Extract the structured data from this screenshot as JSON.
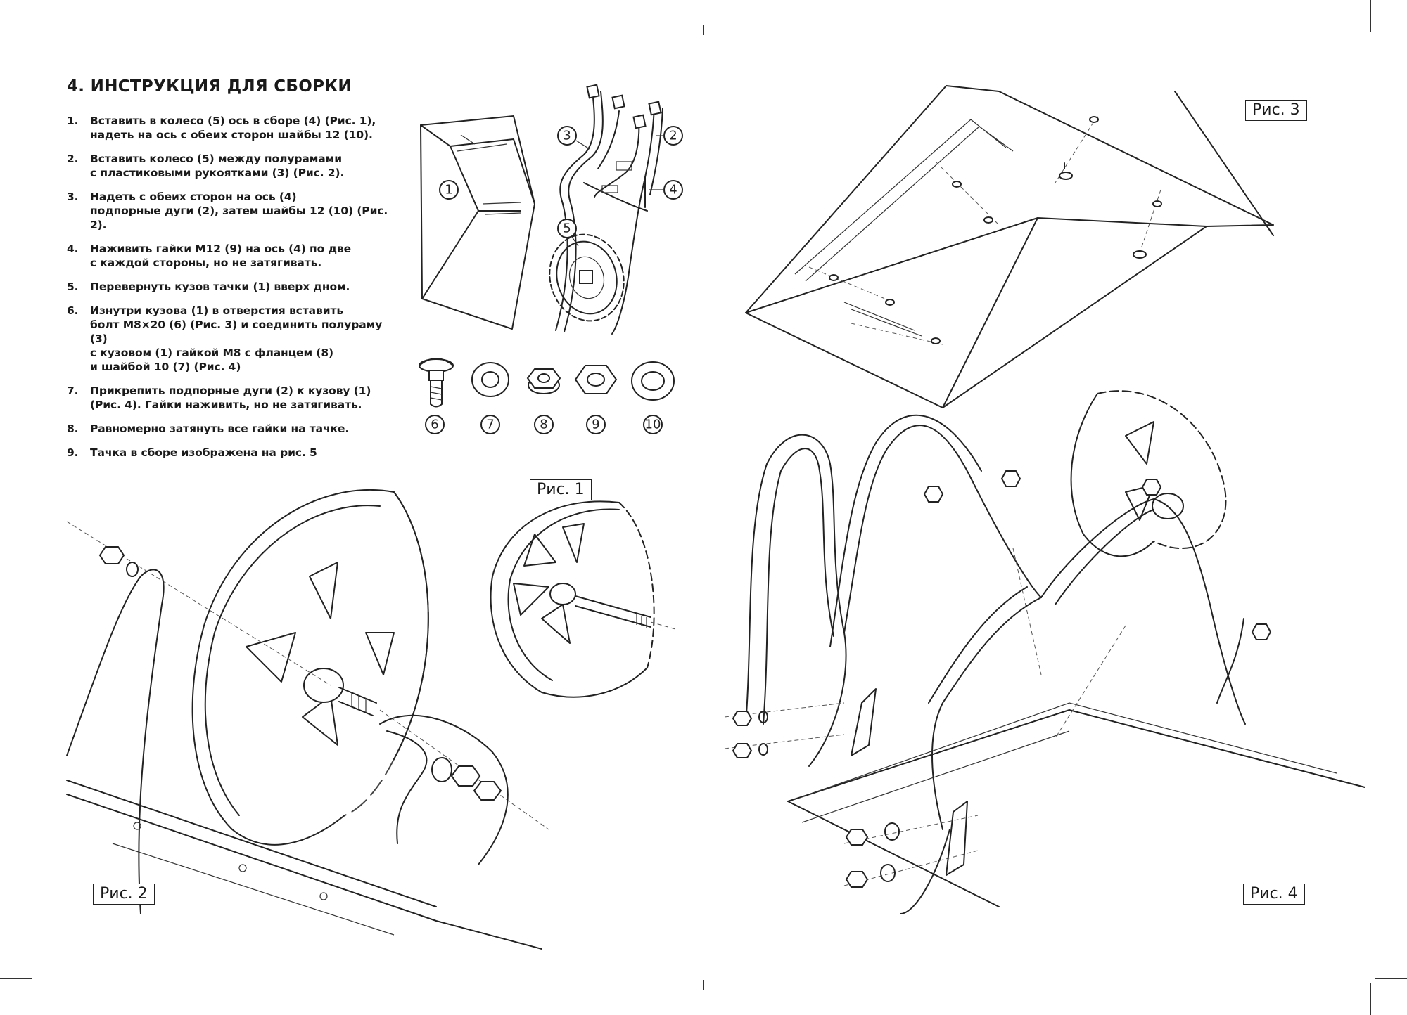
{
  "section": {
    "title": "4.  ИНСТРУКЦИЯ ДЛЯ СБОРКИ"
  },
  "steps": [
    {
      "num": "1.",
      "text": "Вставить в колесо (5) ось в сборе (4) (Рис. 1),\nнадеть на ось с обеих сторон шайбы 12 (10)."
    },
    {
      "num": "2.",
      "text": "Вставить колесо (5) между полурамами\nс пластиковыми рукоятками (3) (Рис. 2)."
    },
    {
      "num": "3.",
      "text": "Надеть с обеих сторон на ось (4)\nподпорные дуги (2), затем шайбы 12 (10) (Рис. 2)."
    },
    {
      "num": "4.",
      "text": "Наживить гайки М12 (9) на ось (4) по две\nс каждой стороны, но не затягивать."
    },
    {
      "num": "5.",
      "text": "Перевернуть кузов тачки (1) вверх дном."
    },
    {
      "num": "6.",
      "text": "Изнутри кузова (1) в отверстия вставить\nболт М8×20 (6) (Рис. 3) и соединить полураму (3)\nс кузовом (1) гайкой М8 с фланцем (8)\nи шайбой 10 (7) (Рис. 4)"
    },
    {
      "num": "7.",
      "text": "Прикрепить подпорные дуги (2) к кузову (1)\n(Рис. 4). Гайки наживить, но не затягивать."
    },
    {
      "num": "8.",
      "text": "Равномерно затянуть все гайки на тачке."
    },
    {
      "num": "9.",
      "text": "Тачка в сборе изображена на рис. 5"
    }
  ],
  "parts_callouts": {
    "body": "1",
    "support_arc": "2",
    "half_frame": "3",
    "axle": "4",
    "wheel": "5",
    "bolt": "6",
    "washer10": "7",
    "flange_nut": "8",
    "nut_m12": "9",
    "washer12": "10"
  },
  "figures": {
    "fig1": "Рис. 1",
    "fig2": "Рис. 2",
    "fig3": "Рис. 3",
    "fig4": "Рис. 4"
  }
}
